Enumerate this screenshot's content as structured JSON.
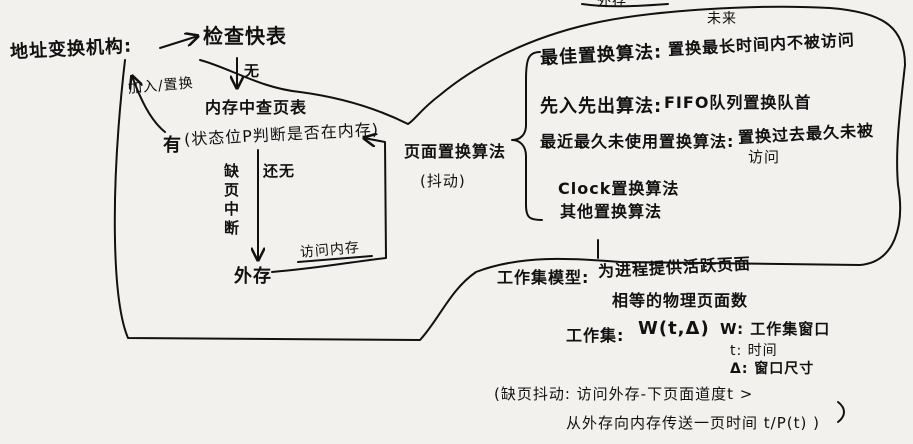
{
  "top_partial": "外存",
  "left": {
    "title": "地址变换机构:",
    "check_fast_table": "检查快表",
    "add_replace": "加入/置换",
    "none1": "无",
    "check_page_table": "内存中查页表",
    "has": "有",
    "status_bit": "(状态位P判断是否在内存)",
    "page_fault_chars": "缺页中断",
    "also_none": "还无",
    "disk": "外存",
    "access_memory": "访问内存"
  },
  "center": {
    "algo_title": "页面置换算法",
    "thrashing": "(抖动)"
  },
  "algorithms": {
    "optimal_label": "最佳置换算法:",
    "optimal_desc": "置换最长时间内不被访问",
    "optimal_annot": "未来",
    "fifo_label": "先入先出算法:",
    "fifo_desc": "FIFO队列置换队首",
    "lru_label": "最近最久未使用置换算法:",
    "lru_desc_1": "置换过去最久未被",
    "lru_desc_2": "访问",
    "clock": "Clock置换算法",
    "other": "其他置换算法"
  },
  "working_set": {
    "model_label": "工作集模型:",
    "model_desc_1": "为进程提供活跃页面",
    "model_desc_2": "相等的物理页面数",
    "set_label": "工作集:",
    "formula": "W(t,Δ)",
    "w_def": "W: 工作集窗口",
    "t_def": "t: 时间",
    "delta_def": "Δ: 窗口尺寸"
  },
  "bottom": {
    "line1": "(缺页抖动: 访问外存-下页面道度t >",
    "line2": "从外存向内存传送一页时间 t/P(t) )"
  }
}
